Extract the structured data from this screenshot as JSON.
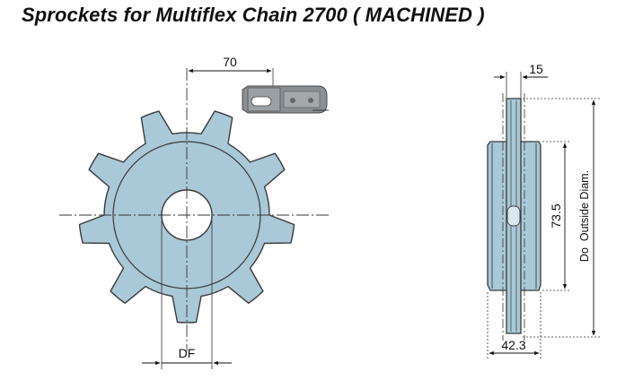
{
  "title": "Sprockets for Multiflex Chain 2700 ( MACHINED )",
  "dimensions": {
    "pitch": "70",
    "width_top": "15",
    "hub_diameter": "73.5",
    "outside_diameter": "Do  Outside Diam.",
    "bore": "DF",
    "hub_width": "42.3"
  },
  "colors": {
    "body": "#a9c8d8",
    "hub_face": "#b8d2de",
    "outline": "#3a3a3a",
    "chain_link": "#8a8f93"
  }
}
